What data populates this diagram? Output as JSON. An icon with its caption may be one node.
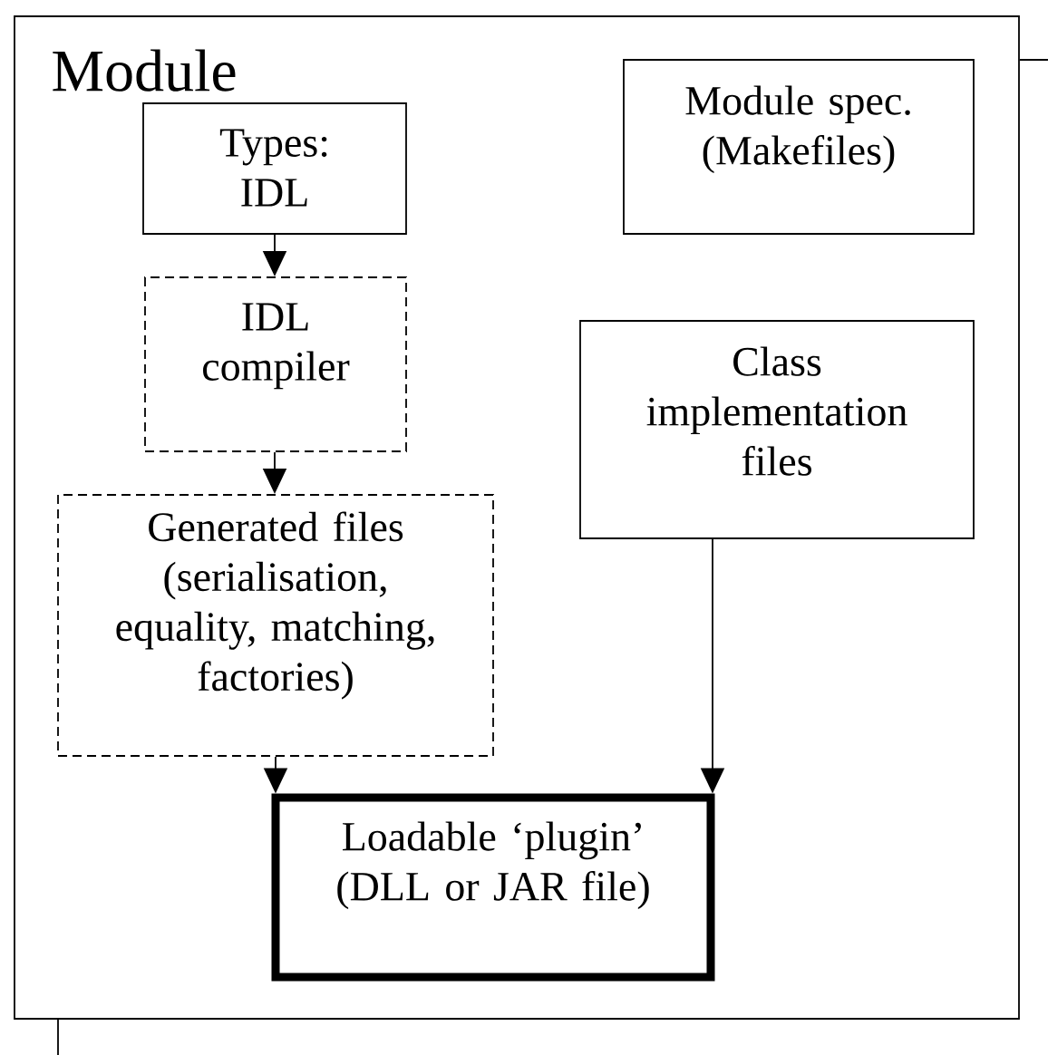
{
  "diagram": {
    "nodes": [
      {
        "text": [
          "Module"
        ]
      },
      {
        "text": [
          "Types: IDL"
        ],
        "in": 0
      },
      {
        "text": [
          "Module spec. (Makefiles)"
        ],
        "in": 0
      },
      {
        "text": [
          "IDL compiler"
        ],
        "in": 0
      },
      {
        "text": [
          "Class implementation files"
        ],
        "in": 0
      },
      {
        "text": [
          "Generated files (serialisation, equality, matching, factories)"
        ],
        "in": 0
      },
      {
        "text": [
          "Loadable ‘plugin’ (DLL or JAR file)"
        ],
        "in": 0
      }
    ],
    "edges": [
      {
        "from": 1,
        "to": 3,
        "arrow": "to"
      },
      {
        "from": 3,
        "to": 5,
        "arrow": "to"
      },
      {
        "from": 5,
        "to": 6,
        "arrow": "to"
      },
      {
        "from": 4,
        "to": 6,
        "arrow": "to"
      },
      {
        "from": 0,
        "to": null,
        "arrow": "none"
      },
      {
        "from": 0,
        "to": null,
        "arrow": "none"
      }
    ]
  }
}
